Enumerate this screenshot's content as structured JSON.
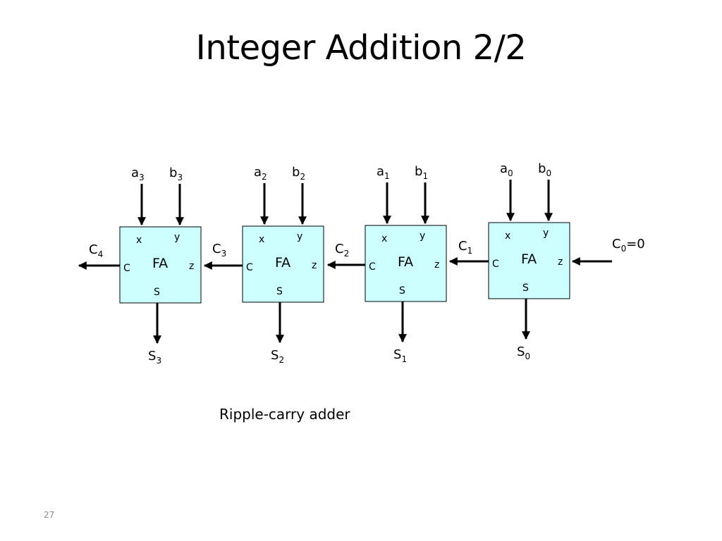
{
  "title": "Integer Addition 2/2",
  "caption": "Ripple-carry adder",
  "page_number": "27",
  "block": {
    "name": "FA",
    "ports": {
      "x": "x",
      "y": "y",
      "carry": "C",
      "z": "z",
      "sum": "S"
    }
  },
  "adders": [
    {
      "a": "a",
      "a_sub": "3",
      "b": "b",
      "b_sub": "3",
      "s": "S",
      "s_sub": "3"
    },
    {
      "a": "a",
      "a_sub": "2",
      "b": "b",
      "b_sub": "2",
      "s": "S",
      "s_sub": "2"
    },
    {
      "a": "a",
      "a_sub": "1",
      "b": "b",
      "b_sub": "1",
      "s": "S",
      "s_sub": "1"
    },
    {
      "a": "a",
      "a_sub": "0",
      "b": "b",
      "b_sub": "0",
      "s": "S",
      "s_sub": "0"
    }
  ],
  "carries": [
    {
      "main": "C",
      "sub": "4",
      "suffix": ""
    },
    {
      "main": "C",
      "sub": "3",
      "suffix": ""
    },
    {
      "main": "C",
      "sub": "2",
      "suffix": ""
    },
    {
      "main": "C",
      "sub": "1",
      "suffix": ""
    },
    {
      "main": "C",
      "sub": "0",
      "suffix": "=0"
    }
  ],
  "colors": {
    "block_fill": "#ccffff",
    "wire": "#000000",
    "page_number": "#8c8c8c"
  }
}
